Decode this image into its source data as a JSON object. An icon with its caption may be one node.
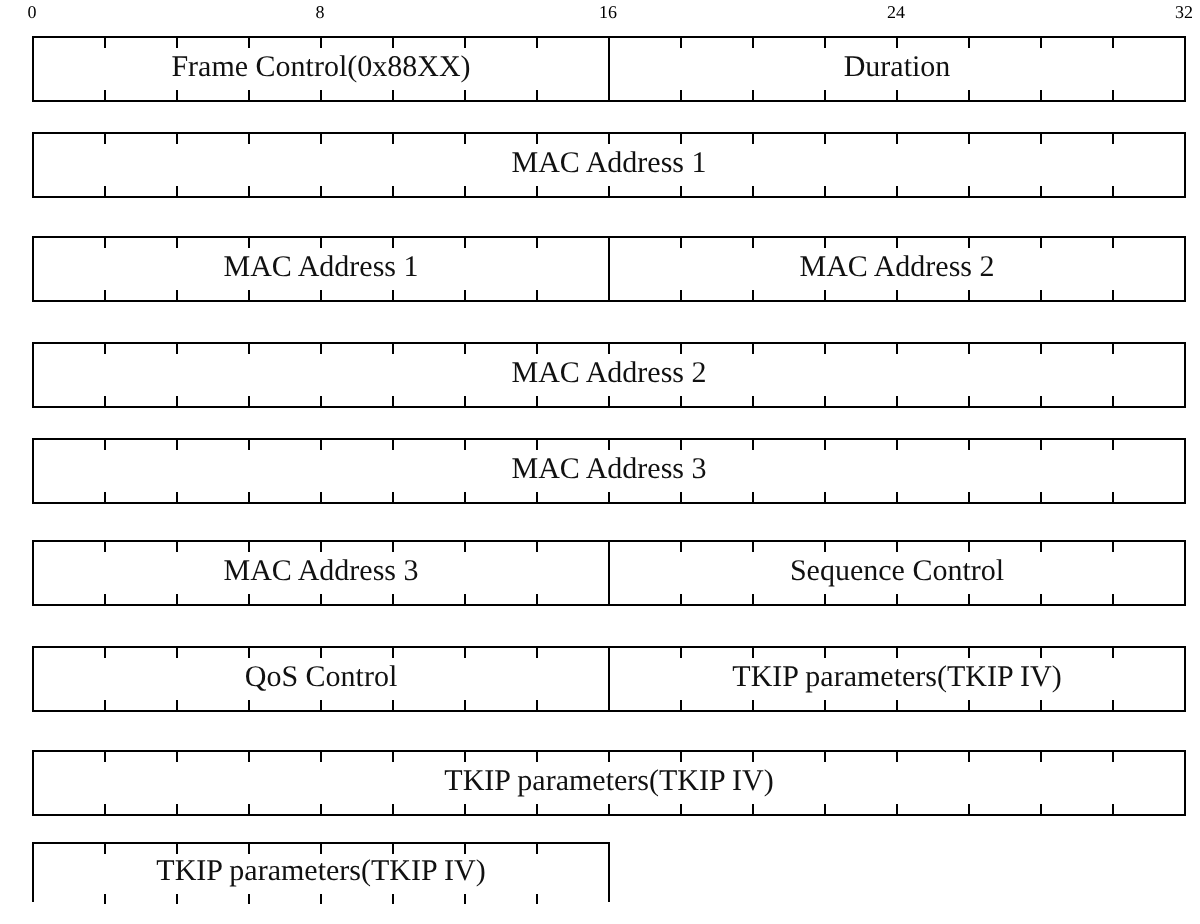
{
  "diagram": {
    "nodes": [
      {
        "text": [
          "Frame Control(0x88XX)"
        ]
      },
      {
        "text": [
          "Duration"
        ]
      },
      {
        "text": [
          "MAC Address 1"
        ]
      },
      {
        "text": [
          "MAC Address 1"
        ]
      },
      {
        "text": [
          "MAC Address 2"
        ]
      },
      {
        "text": [
          "MAC Address 2"
        ]
      },
      {
        "text": [
          "MAC Address 3"
        ]
      },
      {
        "text": [
          "MAC Address 3"
        ]
      },
      {
        "text": [
          "Sequence Control"
        ]
      },
      {
        "text": [
          "QoS Control"
        ]
      },
      {
        "text": [
          "TKIP parameters(TKIP IV)"
        ]
      },
      {
        "text": [
          "TKIP parameters(TKIP IV)"
        ]
      },
      {
        "text": [
          "TKIP parameters(TKIP IV)"
        ]
      }
    ],
    "labels": [
      "0",
      "8",
      "16",
      "24",
      "32"
    ]
  }
}
